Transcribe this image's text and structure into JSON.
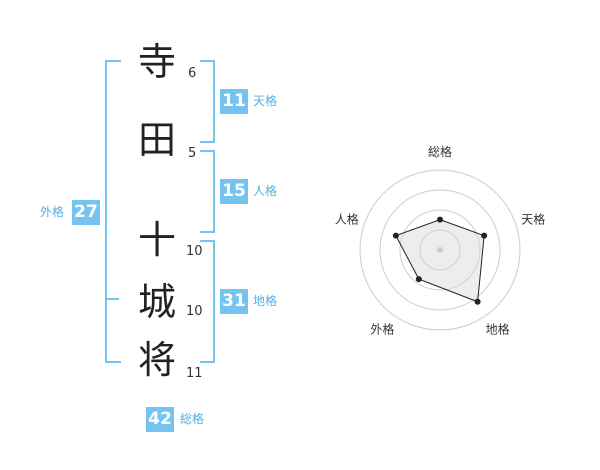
{
  "characters": [
    {
      "char": "寺",
      "strokes": "6"
    },
    {
      "char": "田",
      "strokes": "5"
    },
    {
      "char": "十",
      "strokes": "10"
    },
    {
      "char": "城",
      "strokes": "10"
    },
    {
      "char": "将",
      "strokes": "11"
    }
  ],
  "fortunes": {
    "tenkaku": {
      "value": "11",
      "label": "天格"
    },
    "jinkaku": {
      "value": "15",
      "label": "人格"
    },
    "chikaku": {
      "value": "31",
      "label": "地格"
    },
    "gaikaku": {
      "value": "27",
      "label": "外格"
    },
    "soukaku": {
      "value": "42",
      "label": "総格"
    }
  },
  "colors": {
    "accent": "#74c4ef",
    "label": "#55aee0"
  },
  "chart_data": {
    "type": "radar",
    "axes": [
      "総格",
      "天格",
      "地格",
      "外格",
      "人格"
    ],
    "values": [
      0.38,
      0.58,
      0.8,
      0.45,
      0.58
    ],
    "range": [
      0,
      1
    ],
    "rings": 4
  }
}
